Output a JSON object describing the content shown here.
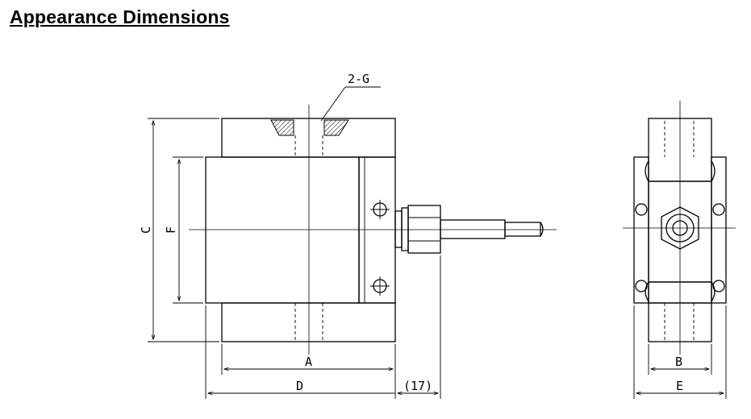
{
  "title": "Appearance Dimensions",
  "labels": {
    "thread": "2-G",
    "dim_a": "A",
    "dim_b": "B",
    "dim_c": "C",
    "dim_d": "D",
    "dim_e": "E",
    "dim_f": "F",
    "cable": "(17)"
  }
}
